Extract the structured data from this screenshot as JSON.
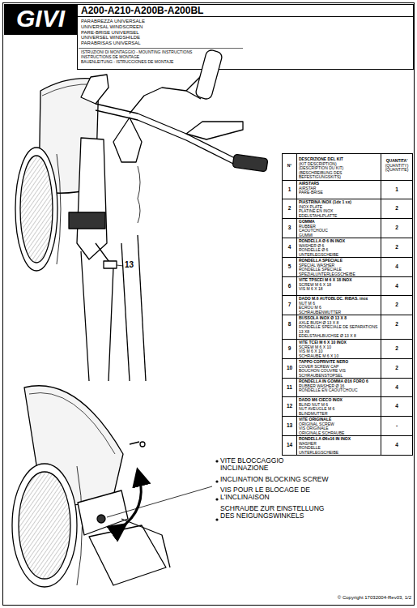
{
  "diagram": {
    "title": "A200-A210-A200B-A200BL",
    "labels": [
      "GIVI",
      "PARABREZZA UNIVERSALE",
      "UNIVERSAL WINDSCREEN",
      "PARE-BRISE UNIVERSEL",
      "UNIVERSEL WINDSHILDE",
      "PARABRISAS UNIVERSAL",
      "ISTRUZIONI DI MONTAGGIO - MOUNTING INSTRUCTIONS",
      "INSTRUCTIONS DE MONTAGE",
      "BAUENLEITUNG - ISTRUCCIONES DE MONTAJE",
      "13",
      "VITE BLOCCAGGIO INCLINAZIONE",
      "INCLINATION BLOCKING SCREW",
      "VIS POUR LE BLOCAGE DE L'INCLINAISON",
      "SCHRAUBE ZUR EINSTELLUNG DES NEIGUNGSWINKELS",
      "© Copyright 17032004-Rev03, 1/2",
      "N°",
      "DESCRIZIONE DEL KIT",
      "(KIT DESCRIPTION)",
      "(DESCRIPTION DU KIT)",
      "(BESCHREIBUNG DES BEFESTIGUNGSKITS)",
      "QUANTITA'",
      "(QUANTITY)",
      "(QUANTITE)",
      "1",
      "AIRSTARS",
      "AIRSTAR",
      "PARE-BRISE",
      "1",
      "2",
      "PIASTRINA INOX (1dx 1 sx)",
      "INOX PLATE",
      "PLATINE EN INOX",
      "EDELSTAHLPLATTE",
      "2",
      "3",
      "GOMMA",
      "RUBBER",
      "CAOUTCHOUC",
      "GUMMI",
      "2",
      "4",
      "RONDELLA Ø 6 IN INOX",
      "WASHER Ø 6",
      "RONDELLE Ø 6",
      "UNTERLEGSCHEIBE",
      "2",
      "5",
      "RONDELLA SPECIALE",
      "SPECIAL WASHER",
      "RONDELLE SPECIALE",
      "SPEZIALUNTERLEGSCHEIBE",
      "4",
      "6",
      "VITE TPSCEI M 6 X 18 INOX",
      "SCREW M 6 X 18",
      "VIS M 6 X 18",
      "4",
      "7",
      "DADO M.6 AUTOBLOC. RIBAS. inox",
      "NUT M 6",
      "ECROU M 6",
      "SCHRAUBENMUTTER",
      "2",
      "8",
      "BUSSOLA INOX Ø 13 X 8",
      "AXLE BUSH Ø 13 X 8",
      "RONDELLE SPECIALE DE SEPARATIONS 13 X8",
      "EDELSTAHLBUCHSE Ø 13 X 8",
      "2",
      "9",
      "VITE TCEI M 6 X 10 INOX",
      "SCREW M 6 X 10",
      "VIS M 6 X 10",
      "SCHRAUBE M 6 X 10",
      "2",
      "10",
      "TAPPO COPRIVITE NERO",
      "COVER SCREW CAP",
      "BOUCHON COUVRE VIS",
      "SCHRAUBENSTOPSEL",
      "2",
      "11",
      "RONDELLA IN GOMMA Ø16 FORO 6",
      "RUBBER WASHER Ø 16",
      "RONDELLE EN CAOUTCHOUC",
      "4",
      "12",
      "DADO M6 CIECO INOX",
      "BLIND NUT M 6",
      "NUT AVEUGLE M 6",
      "BLINDMUTTER",
      "4",
      "13",
      "VITE ORIGINALE",
      "ORIGINAL SCREW",
      "VIS ORIGINALE",
      "ORIGINALE SCHRAUBE",
      "-",
      "14",
      "RONDELLA Ø6x16 IN INOX",
      "WASHER",
      "RONDELLE",
      "UNTERLEGSCHEIBE",
      "4"
    ]
  }
}
